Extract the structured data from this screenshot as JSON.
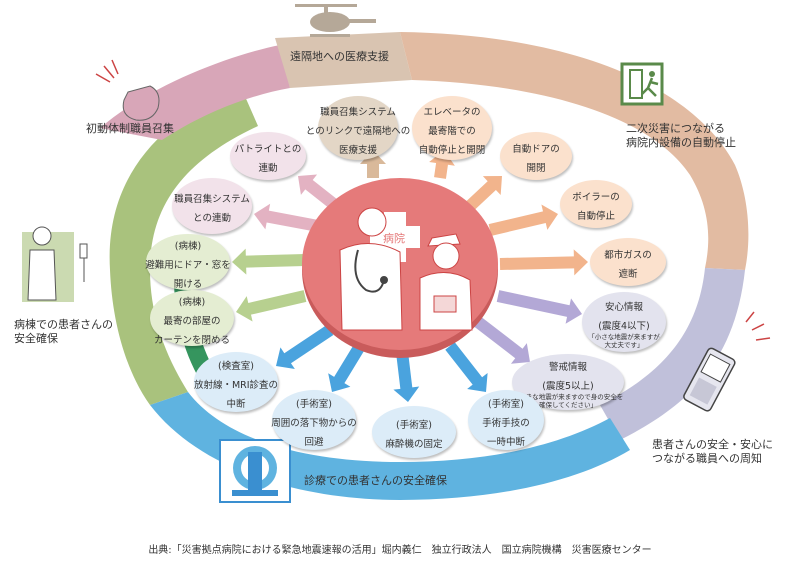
{
  "center": {
    "hospital_label": "病院"
  },
  "ring": {
    "top": "遠隔地への医療支援",
    "top_left": "初動体制職員召集",
    "right_top": "二次災害につながる\n病院内設備の自動停止",
    "left": "病棟での患者さんの\n安全確保",
    "right_bottom": "患者さんの安全・安心に\nつながる職員への周知",
    "bottom": "診療での患者さんの安全確保"
  },
  "nodes": [
    {
      "text": "職員召集システム\nとのリンクで遠隔地への\n医療支援",
      "color": "#e3d6c6"
    },
    {
      "text": "パトライトとの\n連動",
      "color": "#f2e2ea"
    },
    {
      "text": "職員召集システム\nとの連動",
      "color": "#f2e2ea"
    },
    {
      "text": "(病棟)\n避難用にドア・窓を\n開ける",
      "color": "#e4edd2"
    },
    {
      "text": "(病棟)\n最寄の部屋の\nカーテンを閉める",
      "color": "#e4edd2"
    },
    {
      "text": "エレベータの\n最寄階での\n自動停止と開閉",
      "color": "#fbe1cd"
    },
    {
      "text": "自動ドアの\n開閉",
      "color": "#fbe1cd"
    },
    {
      "text": "ボイラーの\n自動停止",
      "color": "#fbe1cd"
    },
    {
      "text": "都市ガスの\n遮断",
      "color": "#fbe1cd"
    },
    {
      "text": "安心情報\n(震度4以下)",
      "sub": "「小さな地震が来ますが\n大丈夫です」",
      "color": "#e3e3ee"
    },
    {
      "text": "警戒情報\n(震度5以上)",
      "sub": "「大きな地震が来ますので身の安全を\n確保してください」",
      "color": "#e3e3ee"
    },
    {
      "text": "(検査室)\n放射線・MRI診査の\n中断",
      "color": "#dcecf8"
    },
    {
      "text": "(手術室)\n周囲の落下物からの\n回避",
      "color": "#dcecf8"
    },
    {
      "text": "(手術室)\n麻酔機の固定",
      "color": "#dcecf8"
    },
    {
      "text": "(手術室)\n手術手技の\n一時中断",
      "color": "#dcecf8"
    }
  ],
  "caption": "出典:「災害拠点病院における緊急地震速報の活用」堀内義仁　独立行政法人　国立病院機構　災害医療センター",
  "colors": {
    "ring_pink": "#d8a6b8",
    "ring_tan": "#e2bba2",
    "ring_green": "#a9c27d",
    "ring_lilac": "#c0c0da",
    "ring_blue": "#5fb3e0",
    "hub": "#e57a7a",
    "arrow_tan": "#d9b99a",
    "arrow_pink": "#e3b2c2",
    "arrow_green": "#b7d08f",
    "arrow_orange": "#f2b48c",
    "arrow_lilac": "#b3a8d6",
    "arrow_blue": "#4aa3de"
  },
  "icons": [
    "helicopter-icon",
    "whistle-icon",
    "exit-sign-icon",
    "patient-bed-icon",
    "mobile-phone-icon",
    "mri-scanner-icon",
    "doctor-icon",
    "nurse-icon",
    "stethoscope-icon",
    "hospital-cross-icon"
  ]
}
